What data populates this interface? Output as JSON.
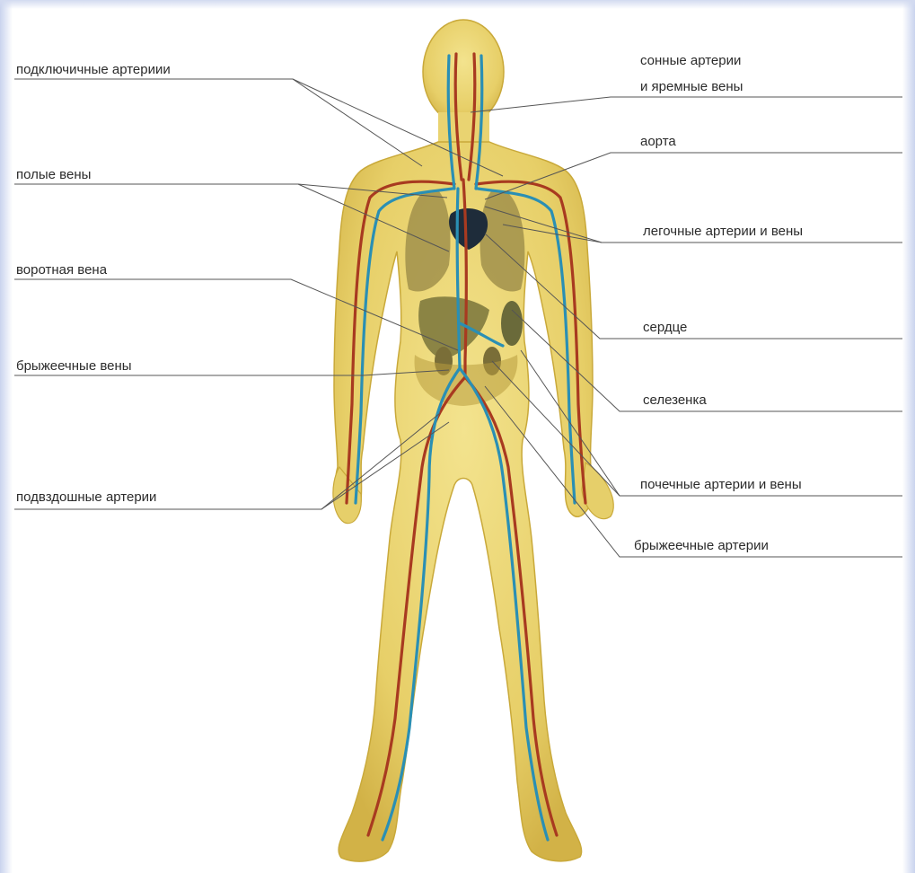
{
  "diagram": {
    "labels": {
      "subclavian_arteries": "подключичные артериии",
      "carotid_jugular_1": "сонные артерии",
      "carotid_jugular_2": "и яремные вены",
      "aorta": "аорта",
      "vena_cava": "полые вены",
      "pulmonary": "легочные артерии и вены",
      "portal_vein": "воротная вена",
      "heart": "сердце",
      "mesenteric_veins": "брыжеечные вены",
      "spleen": "селезенка",
      "renal": "почечные артерии и вены",
      "iliac_arteries": "подвздошные артерии",
      "mesenteric_arteries": "брыжеечные артерии"
    }
  },
  "colors": {
    "body_fill": "#e6cf6a",
    "body_outline": "#c9a93a",
    "artery": "#a83a20",
    "vein": "#2a8fb4",
    "organ": "#8f8340",
    "heart": "#1e2c3a",
    "leader_line": "#555555"
  }
}
